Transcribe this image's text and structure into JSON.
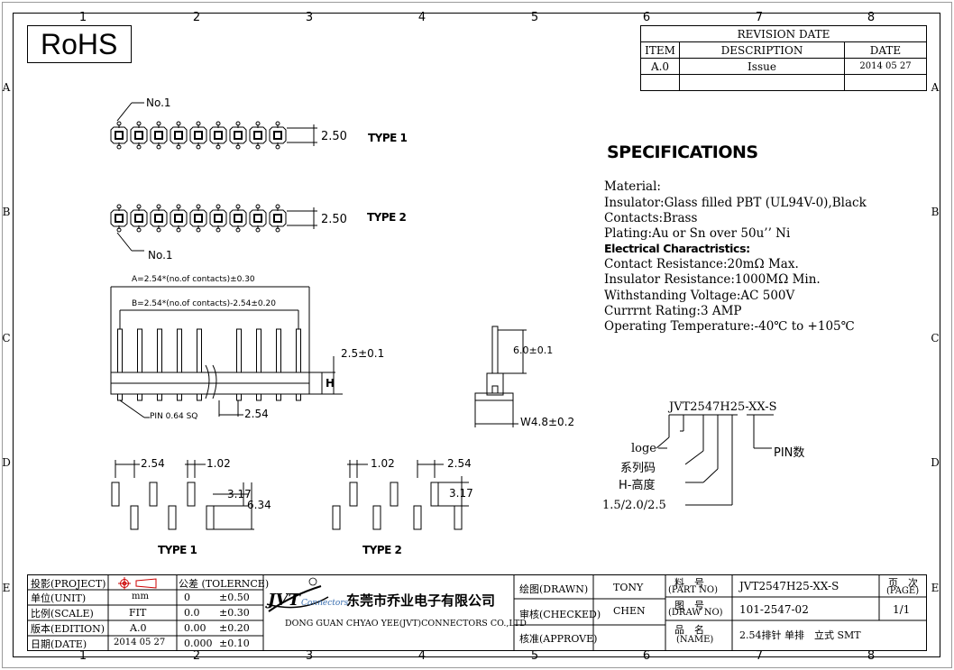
{
  "border": {
    "columns": [
      "1",
      "2",
      "3",
      "4",
      "5",
      "6",
      "7",
      "8"
    ],
    "rows": [
      "A",
      "B",
      "C",
      "D",
      "E"
    ]
  },
  "rohs": "RoHS",
  "revision": {
    "header": "REVISION DATE",
    "col_item": "ITEM",
    "col_description": "DESCRIPTION",
    "col_date": "DATE",
    "rows": [
      {
        "item": "A.0",
        "description": "Issue",
        "date": "2014 05 27"
      }
    ]
  },
  "drawing": {
    "no1_top": "No.1",
    "no1_bottom": "No.1",
    "type1_pitch": "2.50",
    "type2_pitch": "2.50",
    "type1_label": "TYPE 1",
    "type2_label": "TYPE 2",
    "dim_a": "A=2.54*(no.of contacts)±0.30",
    "dim_b": "B=2.54*(no.of contacts)-2.54±0.20",
    "dim_height": "2.5±0.1",
    "dim_h": "H",
    "pin_sq": "PIN 0.64 SQ",
    "pitch_254": "2.54",
    "side_6": "6.0±0.1",
    "side_w": "W4.8±0.2",
    "pad1_254": "2.54",
    "pad1_102": "1.02",
    "pad1_317": "3.17",
    "pad1_634": "6.34",
    "pad2_102": "1.02",
    "pad2_254": "2.54",
    "pad2_317": "3.17",
    "pad_type1": "TYPE 1",
    "pad_type2": "TYPE 2"
  },
  "specifications": {
    "title": "SPECIFICATIONS",
    "material": "Material:",
    "insulator": "Insulator:Glass filled PBT (UL94V-0),Black",
    "contacts": "Contacts:Brass",
    "plating": "Plating:Au or Sn over 50u’’ Ni",
    "electrical": "Electrical Charactristics:",
    "contact_resistance": "Contact Resistance:20mΩ Max.",
    "insulator_resistance": "Insulator Resistance:1000MΩ Min.",
    "withstanding": "Withstanding Voltage:AC 500V",
    "current": "Currrnt Rating:3 AMP",
    "operating": "Operating Temperature:-40℃ to +105℃"
  },
  "part_code": {
    "code": "JVT2547H25-XX-S",
    "logo": "loge",
    "series": "系列码",
    "height": "H-高度",
    "heights": "1.5/2.0/2.5",
    "pins": "PIN数"
  },
  "title_block": {
    "projection": "投影(PROJECT)",
    "unit": "单位(UNIT)",
    "unit_val": "mm",
    "scale": "比例(SCALE)",
    "scale_val": "FIT",
    "edition": "版本(EDITION)",
    "edition_val": "A.0",
    "date": "日期(DATE)",
    "date_val": "2014 05 27",
    "tolerance": "公差 (TOLERNCE)",
    "tol_rows": [
      {
        "a": "0",
        "b": "±0.50"
      },
      {
        "a": "0.0",
        "b": "±0.30"
      },
      {
        "a": "0.00",
        "b": "±0.20"
      },
      {
        "a": "0.000",
        "b": "±0.10"
      }
    ],
    "logo_text": "JVT",
    "logo_sub": "Connectors",
    "company_cn": "东莞市乔业电子有限公司",
    "company_en": "DONG GUAN CHYAO YEE(JVT)CONNECTORS CO.,LTD",
    "drawn": "绘图(DRAWN)",
    "drawn_val": "TONY",
    "checked": "审核(CHECKED)",
    "checked_val": "CHEN",
    "approve": "核准(APPROVE)",
    "part_no_cn": "料　号",
    "part_no_en": "(PART NO)",
    "part_no_val": "JVT2547H25-XX-S",
    "draw_no_cn": "图　号",
    "draw_no_en": "(DRAW NO)",
    "draw_no_val": "101-2547-02",
    "name_cn": "品　名",
    "name_en": "(NAME)",
    "name_val": "2.54排针 单排　立式 SMT",
    "page_cn": "页　次",
    "page_en": "(PAGE)",
    "page_val": "1/1"
  }
}
